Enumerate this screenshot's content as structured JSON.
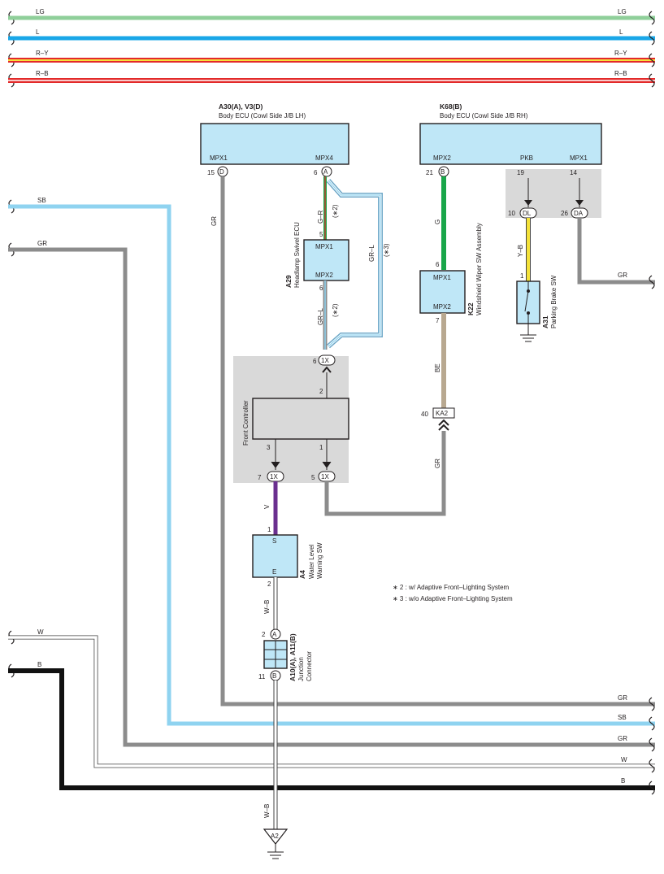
{
  "bus_lines": [
    {
      "left": "LG",
      "right": "LG",
      "color": "#8fcf9a"
    },
    {
      "left": "L",
      "right": "L",
      "color": "#1aa7e8"
    },
    {
      "left": "R–Y",
      "right": "R–Y",
      "color": "#e32a2a",
      "stripe": "#f5e03a"
    },
    {
      "left": "R–B",
      "right": "R–B",
      "color": "#e32a2a"
    }
  ],
  "colors": {
    "ecu_fill": "#bfe7f7",
    "gray_box": "#d9d9d9",
    "wire_gray": "#8c8c8c",
    "wire_sb": "#8fd3f0",
    "wire_green": "#19a64a",
    "wire_violet": "#6a2f8f",
    "wire_beige": "#b8a890",
    "wire_yellow": "#f4e23a",
    "wire_black": "#111111"
  },
  "body_ecu_lh": {
    "code": "A30(A), V3(D)",
    "name": "Body ECU (Cowl Side J/B LH)",
    "pin_left_name": "MPX1",
    "pin_right_name": "MPX4",
    "pin_left_num": "15",
    "pin_left_conn": "D",
    "pin_right_num": "6",
    "pin_right_conn": "A"
  },
  "body_ecu_rh": {
    "code": "K68(B)",
    "name": "Body ECU (Cowl Side J/B RH)",
    "pin_mpx2_name": "MPX2",
    "pin_pkb_name": "PKB",
    "pin_mpx1_name": "MPX1",
    "pin_mpx2_num": "21",
    "pin_mpx2_conn": "B",
    "pin_pkb_num": "19",
    "pin_mpx1_num": "14"
  },
  "connectors": {
    "dl_num": "10",
    "dl": "DL",
    "da_num": "26",
    "da": "DA",
    "x1_top_num": "6",
    "x1": "1X",
    "x1_left_num": "7",
    "x1_right_num": "5",
    "ka2_num": "40",
    "ka2": "KA2"
  },
  "headlamp_ecu": {
    "code": "A29",
    "name": "Headlamp Swivel ECU",
    "pin_top": "MPX1",
    "pin_bottom": "MPX2",
    "top_num": "5",
    "bottom_num": "6"
  },
  "wiper_sw": {
    "code": "K22",
    "name": "Windshield Wiper SW Assembly",
    "pin_top": "MPX1",
    "pin_bottom": "MPX2",
    "top_num": "6",
    "bottom_num": "7"
  },
  "parking_brake": {
    "code": "A31",
    "name": "Parking Brake SW",
    "pin": "1"
  },
  "front_controller": {
    "name": "Front Controller",
    "pin_top": "2",
    "pin_left": "3",
    "pin_right": "1"
  },
  "water_sw": {
    "code": "A4",
    "name_line1": "Water Level",
    "name_line2": "Warning SW",
    "pin_top": "S",
    "pin_bottom": "E",
    "top_num": "1",
    "bottom_num": "2"
  },
  "junction": {
    "code": "A10(A), A11(B)",
    "name_line1": "Junction",
    "name_line2": "Connector",
    "top_num": "2",
    "top_conn": "A",
    "bottom_num": "11",
    "bottom_conn": "B"
  },
  "ground": {
    "label": "A2"
  },
  "wire_labels": {
    "gr": "GR",
    "g_r": "G–R",
    "gr_l": "GR–L",
    "g": "G",
    "y_b": "Y–B",
    "be": "BE",
    "v": "V",
    "w_b": "W–B",
    "sb": "SB",
    "w": "W",
    "b": "B",
    "note2": "(∗2)",
    "note3": "(∗3)"
  },
  "notes": [
    "∗ 2 : w/ Adaptive Front–Lighting System",
    "∗ 3 : w/o Adaptive Front–Lighting System"
  ]
}
